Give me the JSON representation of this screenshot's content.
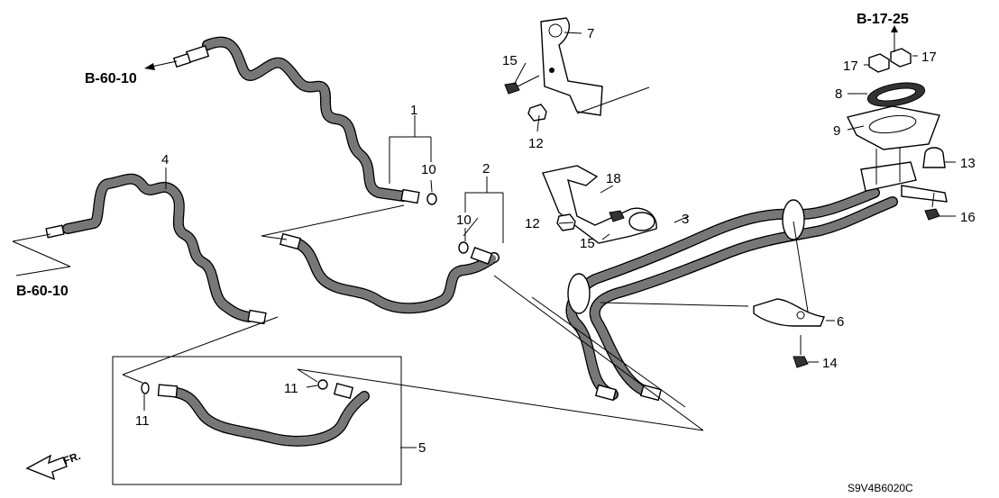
{
  "callouts": {
    "c1": "1",
    "c2": "2",
    "c3": "3",
    "c4": "4",
    "c5": "5",
    "c6": "6",
    "c7": "7",
    "c8": "8",
    "c9": "9",
    "c10a": "10",
    "c10b": "10",
    "c11a": "11",
    "c11b": "11",
    "c12a": "12",
    "c12b": "12",
    "c13": "13",
    "c14": "14",
    "c15a": "15",
    "c15b": "15",
    "c16": "16",
    "c17a": "17",
    "c17b": "17",
    "c18": "18"
  },
  "references": {
    "ref_top_left": "B-60-10",
    "ref_mid_left": "B-60-10",
    "ref_top_right": "B-17-25"
  },
  "direction_label": "FR.",
  "diagram_code": "S9V4B6020C"
}
